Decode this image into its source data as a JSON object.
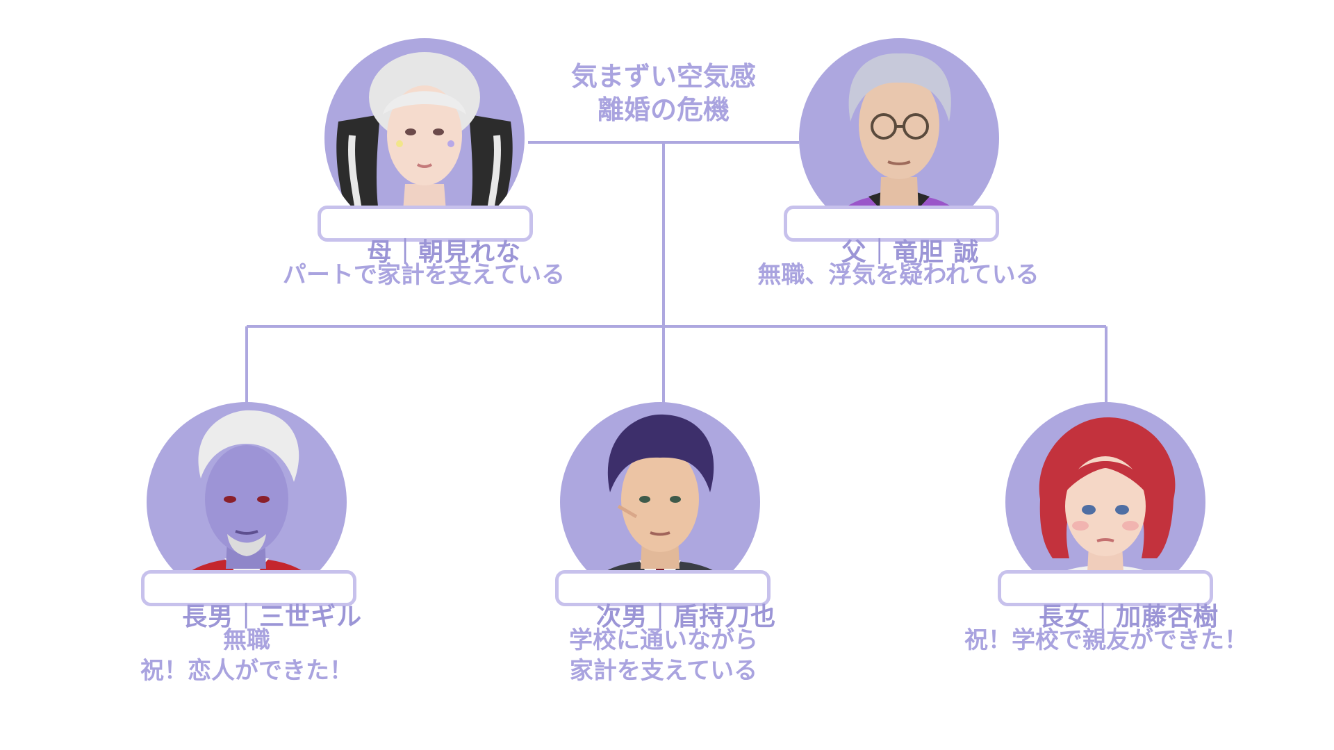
{
  "relation": {
    "line1": "気まずい空気感",
    "line2": "離婚の危機"
  },
  "colors": {
    "accent": "#ada7df",
    "badge_border": "#c7c1ec",
    "text": "#a9a3df",
    "background": "#ffffff"
  },
  "members": {
    "mother": {
      "badge": "母｜朝見れな",
      "desc1": "パートで家計を支えている",
      "avatar_icon": "woman-twin-tails-portrait"
    },
    "father": {
      "badge": "父｜竜胆 誠",
      "desc1": "無職、浮気を疑われている",
      "avatar_icon": "older-man-glasses-portrait"
    },
    "eldest_son": {
      "badge": "長男｜三世ギル",
      "desc1": "無職",
      "desc2": "祝！恋人ができた！",
      "avatar_icon": "purple-skinned-man-portrait"
    },
    "second_son": {
      "badge": "次男｜盾持刀也",
      "desc1": "学校に通いながら",
      "desc2": "家計を支えている",
      "avatar_icon": "young-man-purple-hair-portrait"
    },
    "eldest_daughter": {
      "badge": "長女｜加藤杏樹",
      "desc1": "祝！学校で親友ができた！",
      "avatar_icon": "girl-red-hair-portrait"
    }
  }
}
